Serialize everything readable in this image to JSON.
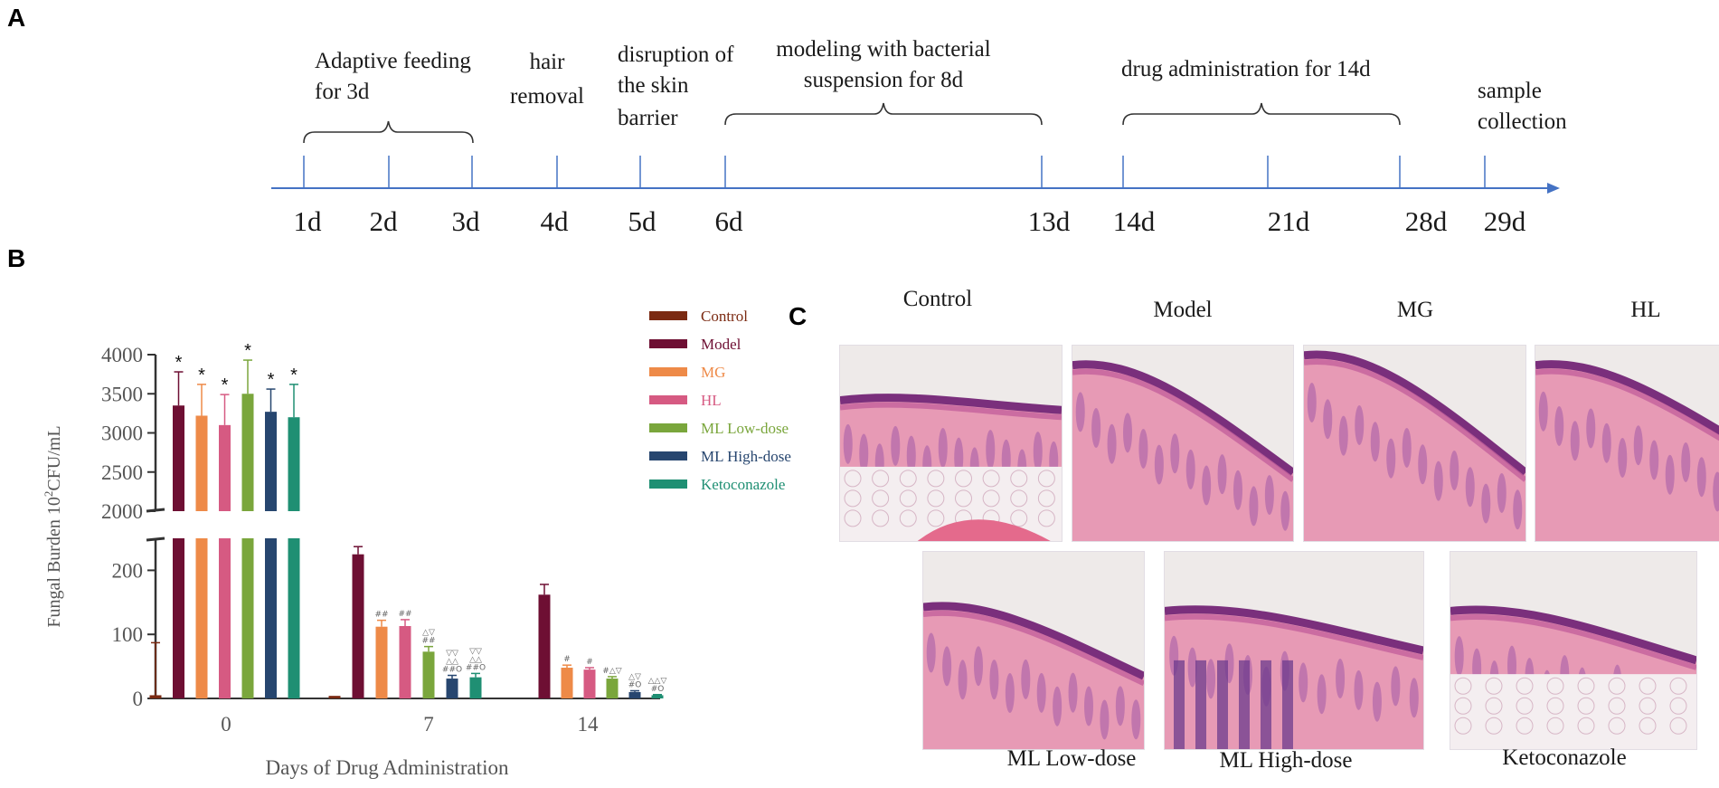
{
  "panels": {
    "a": "A",
    "b": "B",
    "c": "C"
  },
  "timeline": {
    "days": [
      "1d",
      "2d",
      "3d",
      "4d",
      "5d",
      "6d",
      "13d",
      "14d",
      "21d",
      "28d",
      "29d"
    ],
    "phases": {
      "adaptive": [
        "Adaptive feeding",
        "for 3d"
      ],
      "hair": [
        "hair",
        "removal"
      ],
      "disruption": [
        "disruption of",
        "the skin",
        "barrier"
      ],
      "modeling": [
        "modeling with bacterial",
        "suspension for 8d"
      ],
      "drug": [
        "drug administration for 14d"
      ],
      "sample": [
        "sample",
        "collection"
      ]
    },
    "color": "#4472c4"
  },
  "chart_data": {
    "type": "bar",
    "categories": [
      "0",
      "7",
      "14"
    ],
    "xlabel": "Days of Drug Administration",
    "ylabel": "Fungal Burden 10",
    "ylabel_sup": "2",
    "ylabel_unit": "CFU/mL",
    "axis_break": {
      "lower": [
        0,
        250
      ],
      "upper": [
        2000,
        4000
      ]
    },
    "yticks_lower": [
      "0",
      "100",
      "200"
    ],
    "yticks_upper": [
      "2000",
      "2500",
      "3000",
      "3500",
      "4000"
    ],
    "series": [
      {
        "name": "Control",
        "color": "#7b2a12",
        "values": [
          5,
          4,
          0
        ],
        "errors": [
          82,
          0,
          0
        ],
        "marks": [
          "",
          "",
          ""
        ]
      },
      {
        "name": "Model",
        "color": "#6e0f33",
        "values": [
          3350,
          225,
          162
        ],
        "errors": [
          430,
          12,
          16
        ],
        "marks": [
          "*",
          "",
          ""
        ]
      },
      {
        "name": "MG",
        "color": "#ee8a48",
        "values": [
          3220,
          112,
          48
        ],
        "errors": [
          400,
          10,
          4
        ],
        "marks": [
          "*",
          "##",
          "#"
        ]
      },
      {
        "name": "HL",
        "color": "#d65a82",
        "values": [
          3100,
          113,
          45
        ],
        "errors": [
          390,
          10,
          3
        ],
        "marks": [
          "*",
          "##",
          "#"
        ]
      },
      {
        "name": "ML Low-dose",
        "color": "#7aa63c",
        "values": [
          3500,
          73,
          31
        ],
        "errors": [
          430,
          8,
          3
        ],
        "marks": [
          "*",
          "△▽ ##",
          "#△▽"
        ]
      },
      {
        "name": "ML High-dose",
        "color": "#27466f",
        "values": [
          3270,
          31,
          10
        ],
        "errors": [
          290,
          5,
          2
        ],
        "marks": [
          "*",
          "▽▽ △△ ##O",
          "△▽ #O"
        ]
      },
      {
        "name": "Ketoconazole",
        "color": "#1f8f73",
        "values": [
          3200,
          33,
          5
        ],
        "errors": [
          420,
          6,
          1
        ],
        "marks": [
          "*",
          "▽▽ △△ ##O",
          "△△▽ #O"
        ]
      }
    ]
  },
  "histology": {
    "top": [
      "Control",
      "Model",
      "MG",
      "HL"
    ],
    "bottom": [
      "ML Low-dose",
      "ML High-dose",
      "Ketoconazole"
    ]
  }
}
